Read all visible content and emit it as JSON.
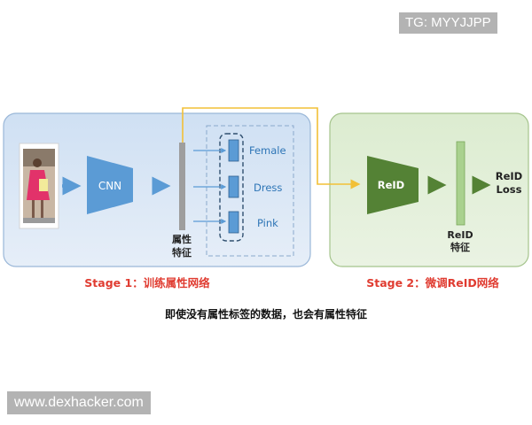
{
  "watermarks": {
    "top": "TG: MYYJJPP",
    "bottom": "www.dexhacker.com"
  },
  "stage1": {
    "cnn_label": "CNN",
    "attributes": [
      "Female",
      "Dress",
      "Pink"
    ],
    "feature_label_line1": "属性",
    "feature_label_line2": "特征",
    "caption": "Stage 1：训练属性网络"
  },
  "stage2": {
    "reid_label": "ReID",
    "feature_label_line1": "ReID",
    "feature_label_line2": "特征",
    "loss_label_line1": "ReID",
    "loss_label_line2": "Loss",
    "caption": "Stage 2：微调ReID网络"
  },
  "footnote": "即使没有属性标签的数据，也会有属性特征",
  "colors": {
    "stage1_fill": "#dbe7f5",
    "stage1_border": "#9ab7d8",
    "stage2_fill": "#e3efd9",
    "stage2_border": "#a5c48c",
    "cnn_blue": "#5b9bd5",
    "reid_green": "#548235",
    "feature_gray": "#9e9e9e",
    "feature_green": "#a9d18e",
    "connector_yellow": "#f2c037",
    "caption_red": "#e03c31",
    "attr_text": "#2e75b6"
  },
  "icons": {
    "person_image": "pedestrian-photo"
  }
}
